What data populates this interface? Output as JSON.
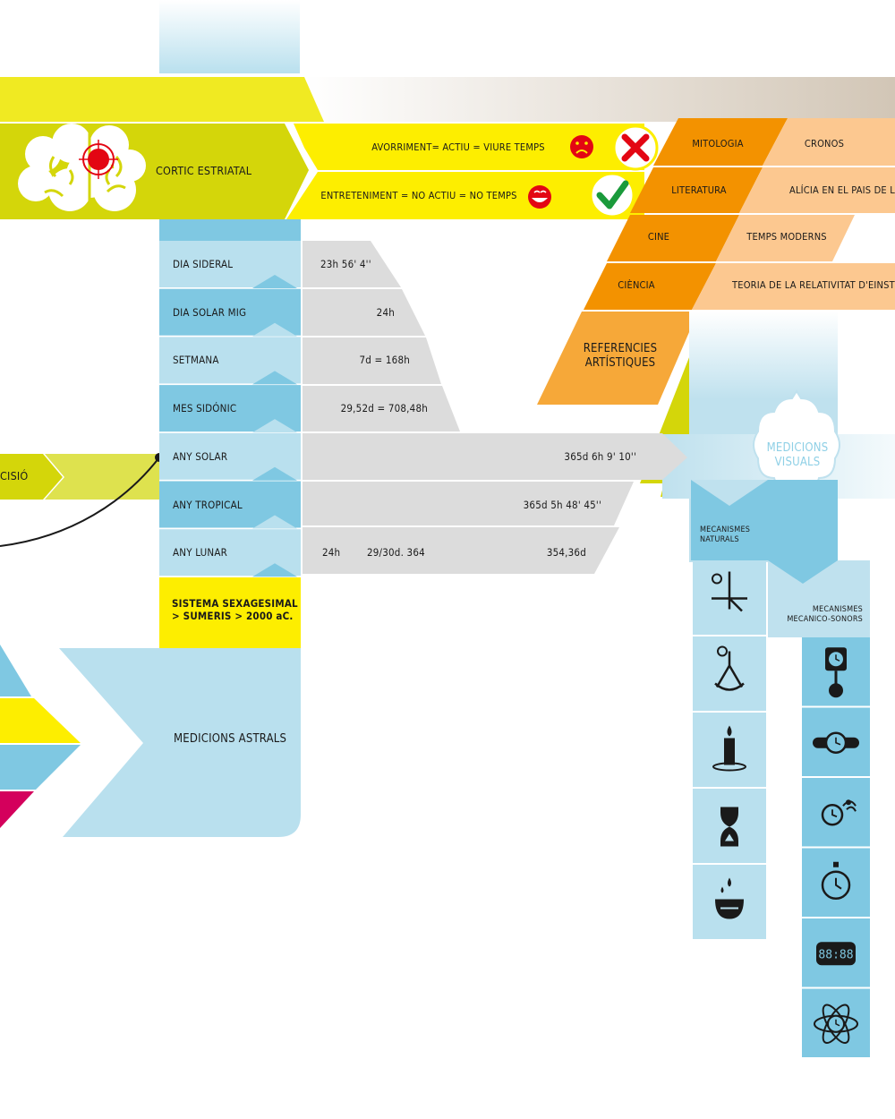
{
  "brain": {
    "label": "CORTIC ESTRIATAL"
  },
  "statements": [
    {
      "text": "AVORRIMENT= ACTIU = VIURE TEMPS",
      "mark": "cross"
    },
    {
      "text": "ENTRETENIMENT = NO ACTIU = NO TEMPS",
      "mark": "check"
    }
  ],
  "references": {
    "title": "REFERENCIES\nARTÍSTIQUES",
    "rows": [
      {
        "category": "MITOLOGIA",
        "work": "CRONOS"
      },
      {
        "category": "LITERATURA",
        "work": "ALÍCIA EN EL PAIS DE L"
      },
      {
        "category": "CINE",
        "work": "TEMPS MODERNS"
      },
      {
        "category": "CIÈNCIA",
        "work": "TEORIA DE LA RELATIVITAT D'EINST"
      }
    ]
  },
  "measures": [
    {
      "name": "DIA SIDERAL",
      "values": [
        "23h 56' 4''"
      ]
    },
    {
      "name": "DIA SOLAR MIG",
      "values": [
        "24h"
      ]
    },
    {
      "name": "SETMANA",
      "values": [
        "7d = 168h"
      ]
    },
    {
      "name": "MES SIDÓNIC",
      "values": [
        "29,52d = 708,48h"
      ]
    },
    {
      "name": "ANY SOLAR",
      "values": [
        "365d 6h 9' 10''"
      ]
    },
    {
      "name": "ANY TROPICAL",
      "values": [
        "365d 5h 48' 45''"
      ]
    },
    {
      "name": "ANY LUNAR",
      "values": [
        "24h",
        "29/30d. 364",
        "354,36d"
      ]
    }
  ],
  "sexagesimal": {
    "text": "SISTEMA SEXAGESIMAL\n> SUMERIS > 2000 aC."
  },
  "astral": {
    "label": "MEDICIONS ASTRALS"
  },
  "left_tag": {
    "label": "CISIÓ"
  },
  "visual": {
    "label": "MEDICIONS\nVISUALS"
  },
  "natural": {
    "title": "MECANISMES\nNATURALS",
    "icons": [
      "sundial-icon",
      "pendulum-icon",
      "candle-clock-icon",
      "hourglass-icon",
      "water-clock-icon"
    ]
  },
  "mechanical": {
    "title": "MECANISMES\nMECANICO-SONORS",
    "icons": [
      "pendulum-clock-icon",
      "balance-clock-icon",
      "alarm-clock-icon",
      "stopwatch-icon",
      "digital-clock-icon",
      "atomic-clock-icon"
    ],
    "digital_display": "88:88"
  }
}
